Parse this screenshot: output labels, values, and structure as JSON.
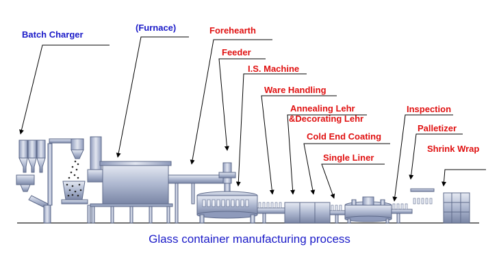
{
  "labels": {
    "batch_charger": "Batch Charger",
    "furnace": "(Furnace)",
    "forehearth": "Forehearth",
    "feeder": "Feeder",
    "is_machine": "I.S. Machine",
    "ware_handling": "Ware Handling",
    "annealing_lehr_1": "Annealing Lehr",
    "annealing_lehr_2": "&Decorating Lehr",
    "cold_end_coating": "Cold End Coating",
    "single_liner": "Single Liner",
    "inspection": "Inspection",
    "palletizer": "Palletizer",
    "shrink_wrap": "Shrink Wrap"
  },
  "caption": "Glass container manufacturing process",
  "colors": {
    "label_blue": "#1a1ac8",
    "label_red": "#e01010",
    "equipment_light": "#d4dae8",
    "equipment_mid": "#9aa6c2",
    "equipment_dark": "#5e6a8a",
    "line": "#000000"
  }
}
